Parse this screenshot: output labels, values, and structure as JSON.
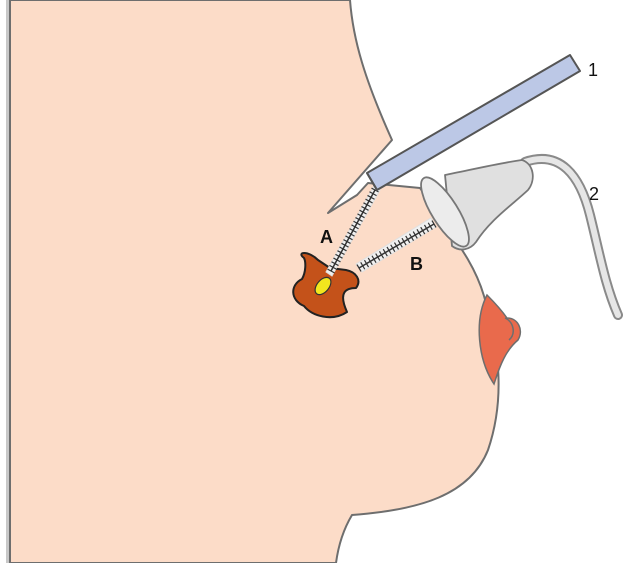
{
  "labels": {
    "tool_1": "1",
    "tool_2": "2",
    "path_a": "A",
    "path_b": "B"
  },
  "colors": {
    "background": "#ffffff",
    "skin": "#fcdcc8",
    "outline": "#6e6e6e",
    "probe_1": "#bcc8e6",
    "probe_2": "#e0e0e0",
    "target": "#c4521a",
    "target_core": "#f2e61e",
    "nipple": "#e96a4c",
    "measure_band": "#f1f1f1"
  }
}
